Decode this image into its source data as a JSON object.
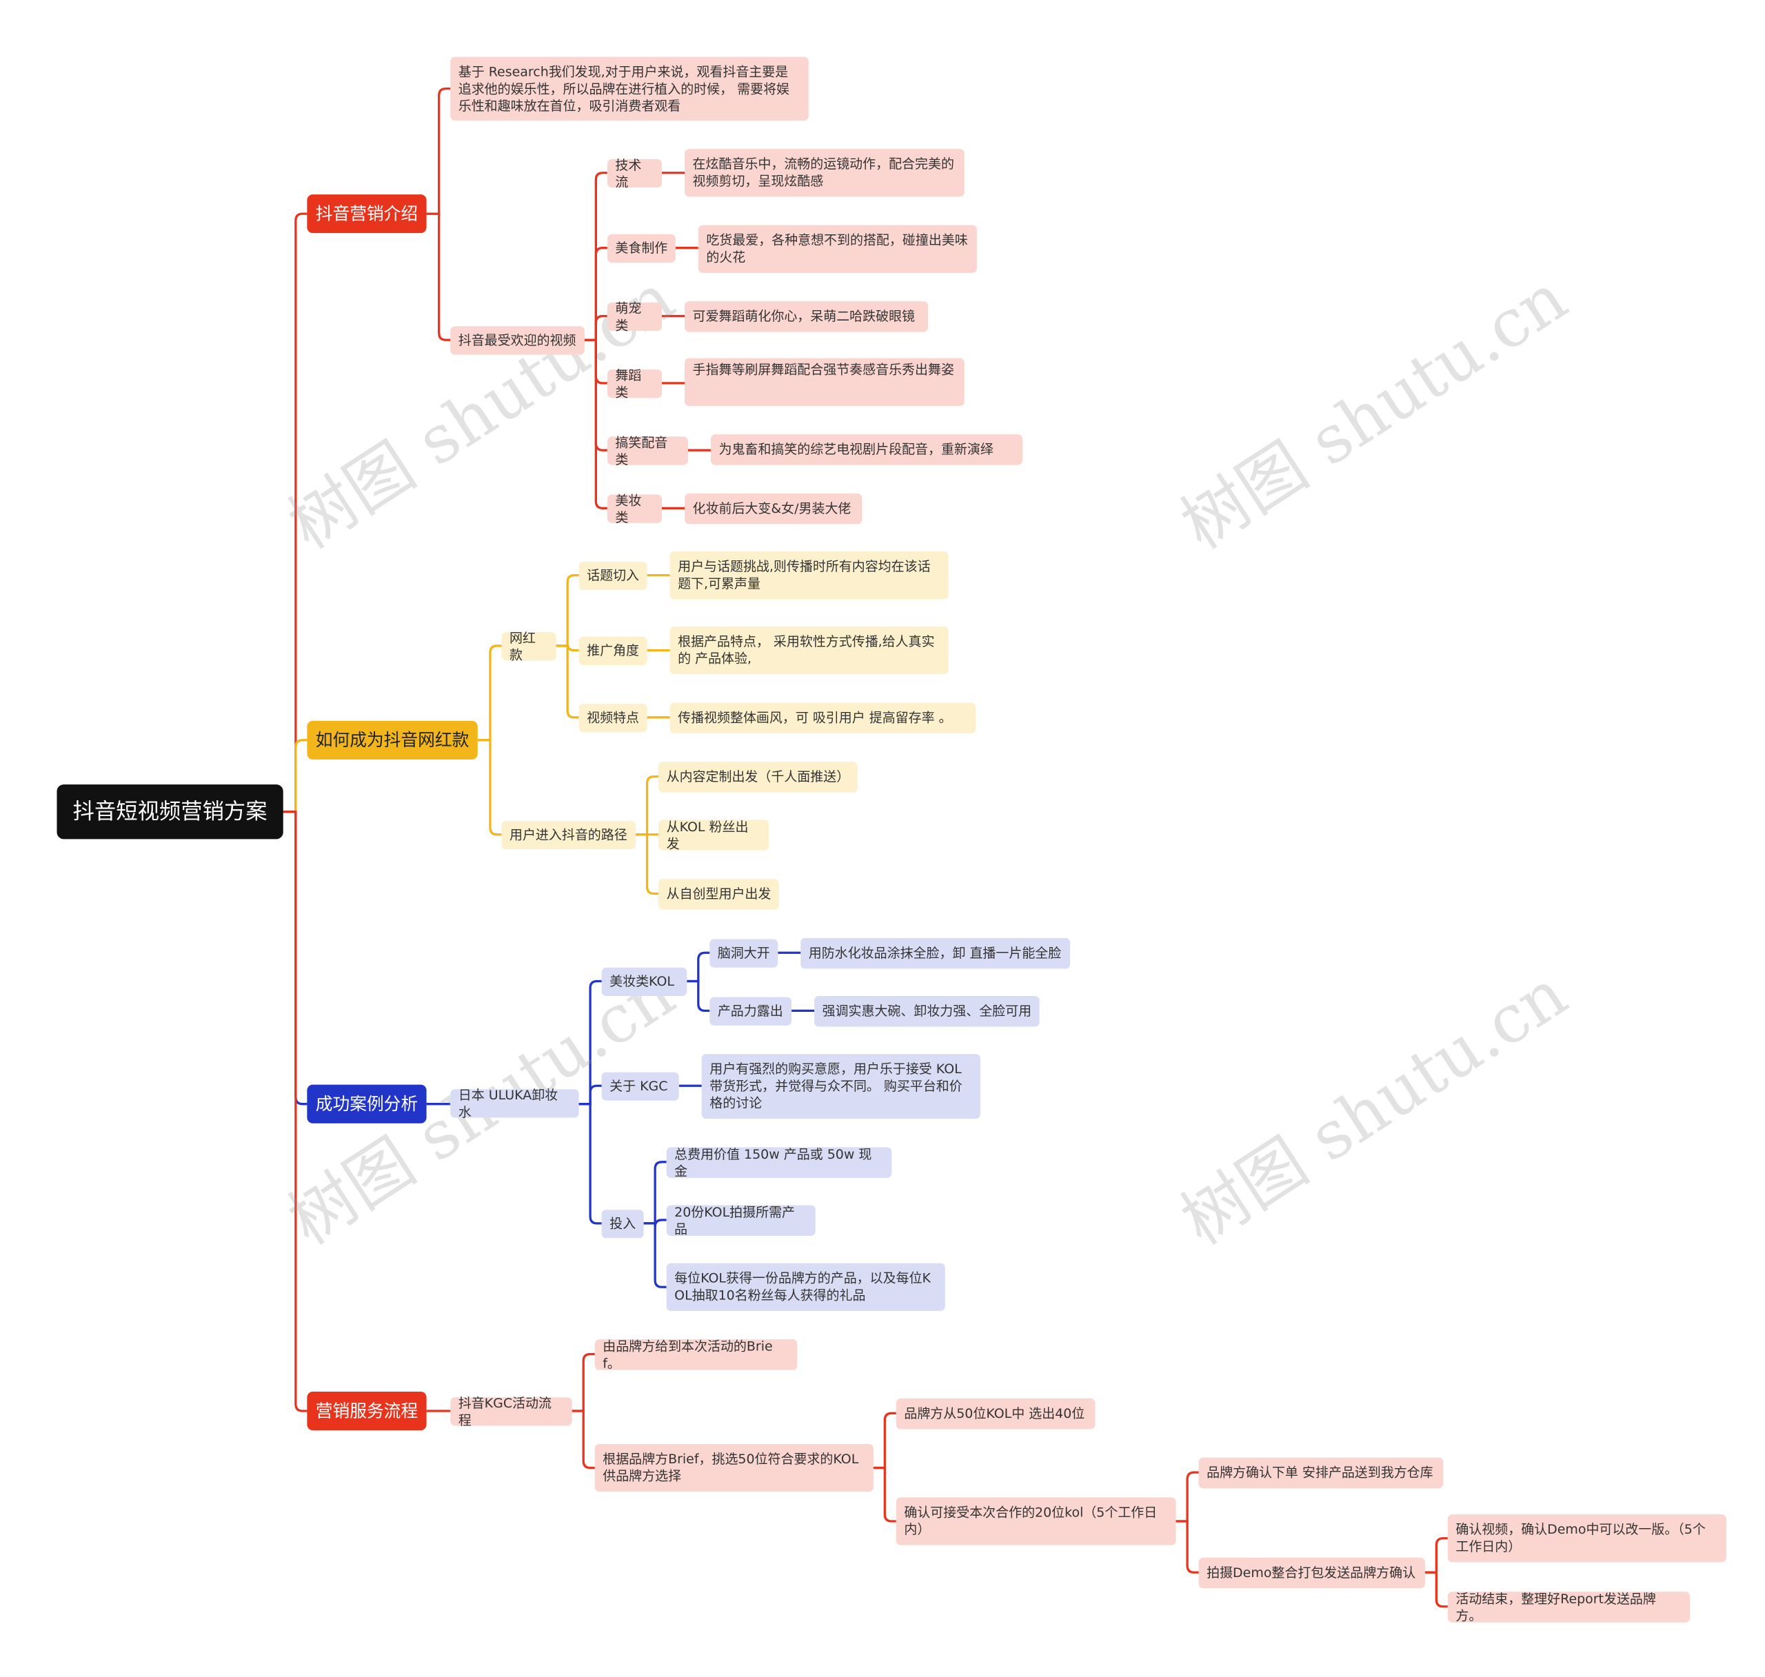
{
  "root": "抖音短视频营销方案",
  "colors": {
    "red": "#e8341c",
    "yellow": "#f2b61b",
    "blue": "#2235c9",
    "pink": "#fbd6d0",
    "cream": "#fdf0cc",
    "lavender": "#d9dcf5",
    "root": "#111111"
  },
  "watermark": "树图 shutu.cn",
  "branches": {
    "intro": {
      "title": "抖音营销介绍",
      "research": "基于 Research我们发现,对于用户来说，观看抖音主要是追求他的娱乐性，所以品牌在进行植入的时候， 需要将娱乐性和趣味放在首位，吸引消费者观看",
      "popular": {
        "label": "抖音最受欢迎的视频",
        "items": [
          {
            "label": "技术流",
            "desc": "在炫酷音乐中，流畅的运镜动作，配合完美的视频剪切，呈现炫酷感"
          },
          {
            "label": "美食制作",
            "desc": "吃货最爱，各种意想不到的搭配，碰撞出美味的火花"
          },
          {
            "label": "萌宠类",
            "desc": "可爱舞蹈萌化你心，呆萌二哈跌破眼镜"
          },
          {
            "label": "舞蹈类",
            "desc": "手指舞等刷屏舞蹈配合强节奏感音乐秀出舞姿"
          },
          {
            "label": "搞笑配音类",
            "desc": "为鬼畜和搞笑的综艺电视剧片段配音，重新演绎"
          },
          {
            "label": "美妆类",
            "desc": "化妆前后大变&女/男装大佬"
          }
        ]
      }
    },
    "influencer": {
      "title": "如何成为抖音网红款",
      "style": {
        "label": "网红款",
        "items": [
          {
            "label": "话题切入",
            "desc": "用户与话题挑战,则传播时所有内容均在该话题下,可累声量"
          },
          {
            "label": "推广角度",
            "desc": "根据产品特点， 采用软性方式传播,给人真实的 产品体验,"
          },
          {
            "label": "视频特点",
            "desc": "传播视频整体画风，可 吸引用户 提高留存率 。"
          }
        ]
      },
      "path": {
        "label": "用户进入抖音的路径",
        "items": [
          "从内容定制出发（千人面推送）",
          "从KOL 粉丝出发",
          "从自创型用户出发"
        ]
      }
    },
    "cases": {
      "title": "成功案例分析",
      "brand": "日本 ULUKA卸妆水",
      "kol": {
        "label": "美妆类KOL",
        "items": [
          {
            "label": "脑洞大开",
            "desc": "用防水化妆品涂抹全脸，卸 直播一片能全脸"
          },
          {
            "label": "产品力露出",
            "desc": "强调实惠大碗、卸妆力强、全脸可用"
          }
        ]
      },
      "kgc": {
        "label": "关于 KGC",
        "desc": "用户有强烈的购买意愿，用户乐于接受 KOL带货形式，并觉得与众不同。 购买平台和价格的讨论"
      },
      "invest": {
        "label": "投入",
        "items": [
          "总费用价值 150w 产品或 50w 现金",
          "20份KOL拍摄所需产品",
          "每位KOL获得一份品牌方的产品，以及每位KOL抽取10名粉丝每人获得的礼品"
        ]
      }
    },
    "service": {
      "title": "营销服务流程",
      "flow": "抖音KGC活动流程",
      "brief": "由品牌方给到本次活动的Brief。",
      "select": "根据品牌方Brief，挑选50位符合要求的KOL供品牌方选择",
      "pick40": "品牌方从50位KOL中 选出40位",
      "confirm20": "确认可接受本次合作的20位kol（5个工作日内）",
      "order": "品牌方确认下单 安排产品送到我方仓库",
      "demo": "拍摄Demo整合打包发送品牌方确认",
      "verify": "确认视频，确认Demo中可以改一版。（5个工作日内）",
      "report": "活动结束，整理好Report发送品牌方。"
    }
  }
}
